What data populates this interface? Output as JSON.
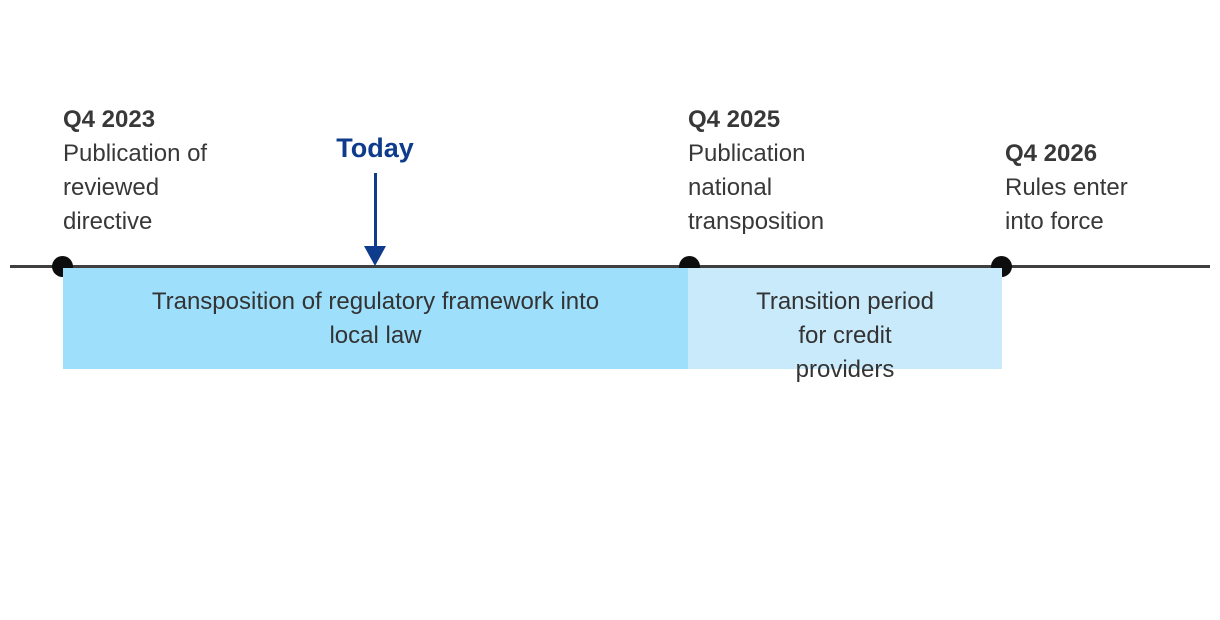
{
  "diagram": {
    "background_color": "#ffffff",
    "axis": {
      "color": "#3f3f3f"
    },
    "dot_color": "#0d0d0d",
    "text_color": "#383838",
    "milestones": [
      {
        "title": "Q4 2023",
        "description": "Publication of\nreviewed\ndirective"
      },
      {
        "title": "Q4 2025",
        "description": "Publication\nnational\ntransposition"
      },
      {
        "title": "Q4 2026",
        "description": "Rules enter\ninto force"
      }
    ],
    "today": {
      "label": "Today",
      "color": "#0e3b8c"
    },
    "periods": [
      {
        "label": "Transposition of regulatory framework into\nlocal law",
        "color": "#9edffb"
      },
      {
        "label": "Transition period\nfor credit\nproviders",
        "color": "#c8eafb"
      }
    ]
  }
}
